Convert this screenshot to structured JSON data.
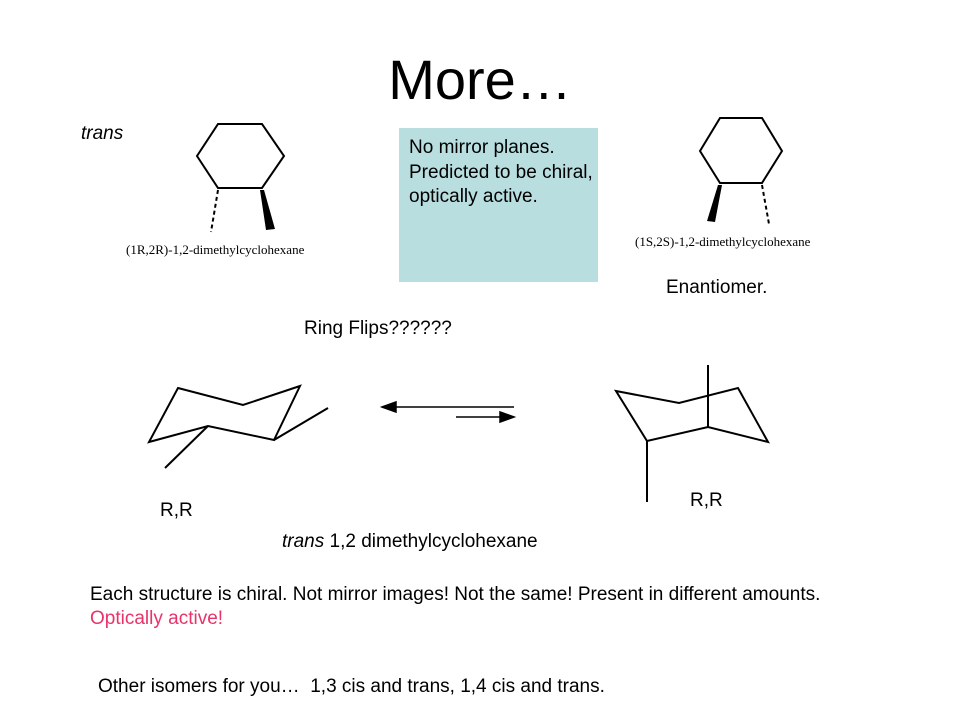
{
  "slide": {
    "title": "More…",
    "trans_label": "trans",
    "left_compound_name": "(1R,2R)-1,2-dimethylcyclohexane",
    "right_compound_name": "(1S,2S)-1,2-dimethylcyclohexane",
    "note_box": {
      "text": "No mirror planes. Predicted to be chiral, optically active.",
      "background": "#b8dee0"
    },
    "enantiomer_label": "Enantiomer.",
    "ring_flips_label": "Ring Flips??????",
    "left_chair_label": "R,R",
    "right_chair_label": "R,R",
    "caption_prefix": "trans",
    "caption_rest": " 1,2 dimethylcyclohexane",
    "statement_main": "Each structure is chiral. Not mirror images! Not the same! Present in different amounts. ",
    "statement_highlight": "Optically active!",
    "highlight_color": "#e8336b",
    "other_isomers": "Other isomers for you…  1,3 cis and trans, 1,4 cis and trans."
  }
}
